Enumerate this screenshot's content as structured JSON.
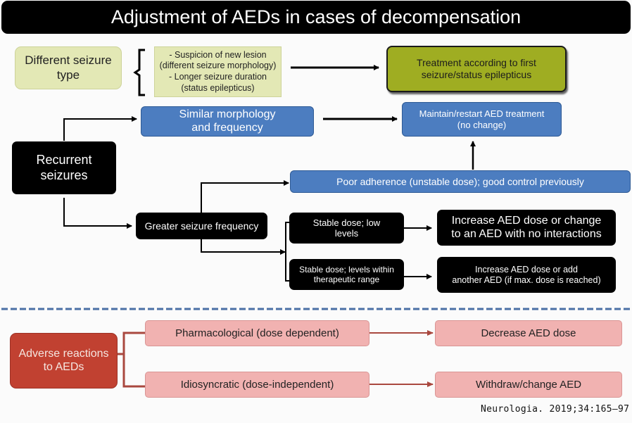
{
  "title": "Adjustment of AEDs in cases of decompensation",
  "section_top": {
    "different_seizure_type": "Different seizure\ntype",
    "criteria": "- Suspicion of new lesion\n(different seizure morphology)\n- Longer seizure duration\n(status epilepticus)",
    "treatment_first_seizure": "Treatment according to first\nseizure/status epilepticus",
    "recurrent_seizures": "Recurrent\nseizures",
    "similar_morphology": "Similar morphology\nand frequency",
    "maintain_restart": "Maintain/restart AED treatment\n(no change)",
    "poor_adherence": "Poor adherence (unstable dose); good control previously",
    "greater_frequency": "Greater seizure frequency",
    "stable_low_levels": "Stable dose; low\nlevels",
    "stable_therapeutic": "Stable dose; levels within\ntherapeutic range",
    "increase_or_change": "Increase AED dose or change\nto an AED with no interactions",
    "increase_or_add": "Increase AED dose or add\nanother AED (if max. dose is reached)"
  },
  "section_bottom": {
    "adverse_reactions": "Adverse reactions\nto AEDs",
    "pharmacological": "Pharmacological (dose dependent)",
    "idiosyncratic": "Idiosyncratic (dose-independent)",
    "decrease_dose": "Decrease AED dose",
    "withdraw_change": "Withdraw/change AED"
  },
  "citation": "Neurologia. 2019;34:165–97",
  "colors": {
    "light_green": "#e3e8b5",
    "olive": "#9fad22",
    "blue": "#4c7dc0",
    "black": "#000000",
    "red": "#c14131",
    "pink": "#f1b2b1",
    "divider": "#4a6fa5",
    "red_connector": "#a9483f"
  }
}
